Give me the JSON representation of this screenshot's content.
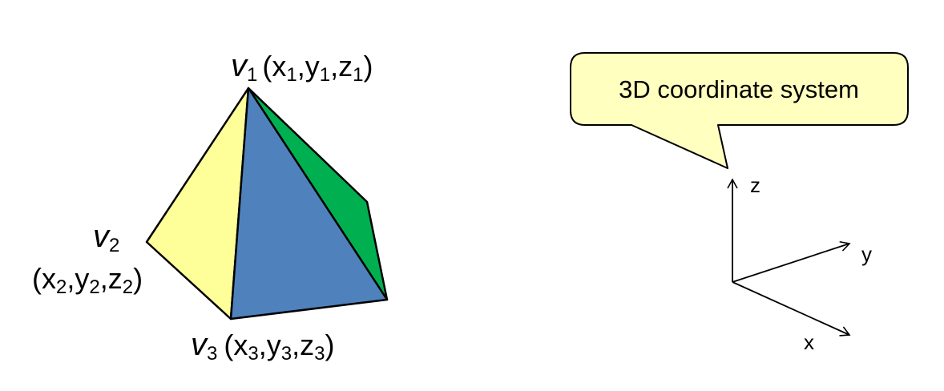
{
  "diagram": {
    "callout": {
      "text": "3D coordinate system",
      "fill": "#FFFFBF"
    },
    "faces": {
      "left_face_color": "#FFFF99",
      "front_face_color": "#4F81BD",
      "right_face_color": "#00B050"
    },
    "vertices": [
      {
        "name": "v",
        "index": "1",
        "x": "x",
        "y": "y",
        "z": "z"
      },
      {
        "name": "v",
        "index": "2",
        "x": "x",
        "y": "y",
        "z": "z"
      },
      {
        "name": "v",
        "index": "3",
        "x": "x",
        "y": "y",
        "z": "z"
      }
    ],
    "axes": {
      "x_label": "x",
      "y_label": "y",
      "z_label": "z"
    }
  }
}
